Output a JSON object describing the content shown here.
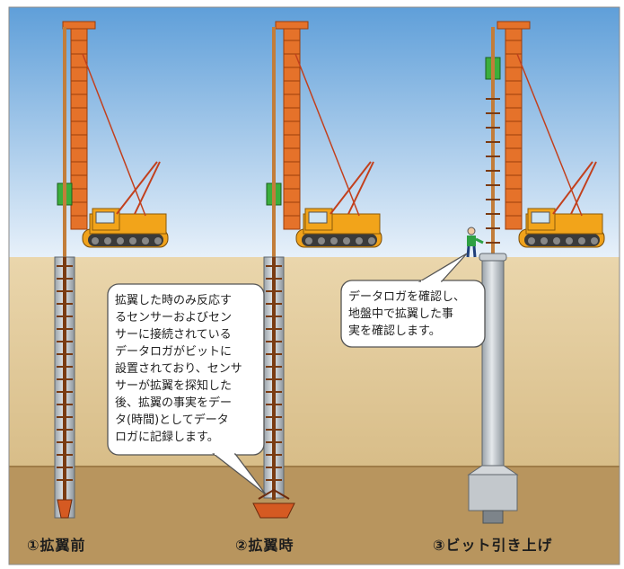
{
  "colors": {
    "sky_top": "#5f9fd9",
    "sky_bottom": "#e3eef9",
    "ground_upper": "#e3cc9e",
    "ground_lower": "#b89560",
    "crane_body": "#f2a41a",
    "mast": "#e26a1e",
    "motor": "#3cae3c",
    "casing": "#a9afb5",
    "auger": "#7a3b12"
  },
  "callouts": {
    "note1": "拡翼した時のみ反応す\nるセンサーおよびセン\nサーに接続されている\nデータロガがビットに\n設置されており、センサ\nサーが拡翼を探知した\n後、拡翼の事実をデー\nタ(時間)としてデータ\nロガに記録します。",
    "note2": "データロガを確認し、\n地盤中で拡翼した事\n実を確認します。"
  },
  "steps": [
    {
      "label": "①拡翼前"
    },
    {
      "label": "②拡翼時"
    },
    {
      "label": "③ビット引き上げ"
    }
  ]
}
